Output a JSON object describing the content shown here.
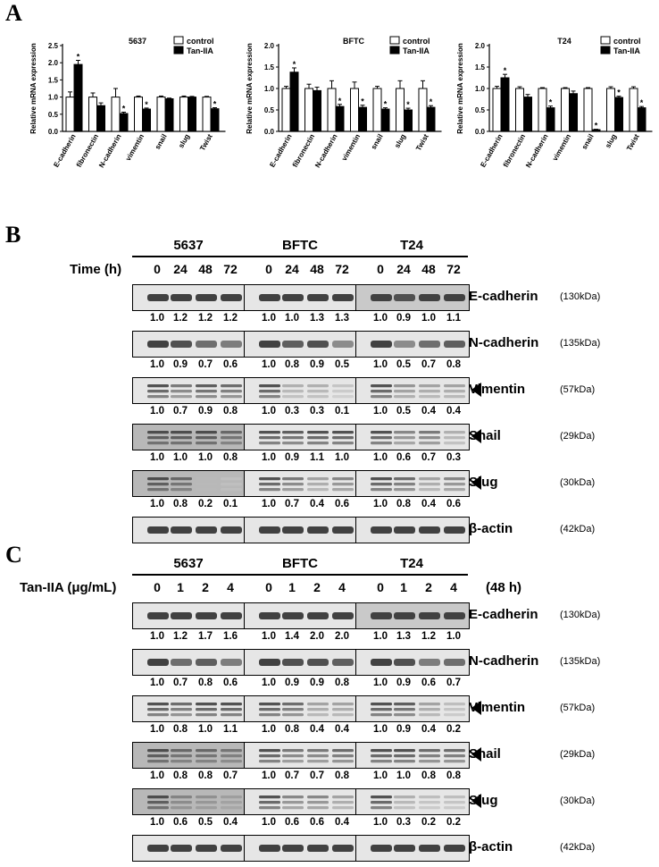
{
  "panels": {
    "a": "A",
    "b": "B",
    "c": "C"
  },
  "chart_data": [
    {
      "type": "bar",
      "title": "5637",
      "ylabel": "Relative mRNA expression",
      "ylim": [
        0,
        2.5
      ],
      "yticks": [
        "0.0",
        "0.5",
        "1.0",
        "1.5",
        "2.0",
        "2.5"
      ],
      "categories": [
        "E-cadherin",
        "fibronectin",
        "N-cadherin",
        "vimentin",
        "snail",
        "slug",
        "Twist"
      ],
      "series": [
        {
          "name": "control",
          "color": "#ffffff",
          "values": [
            1.0,
            1.0,
            1.0,
            1.0,
            1.0,
            1.0,
            1.0
          ],
          "errors": [
            0.15,
            0.12,
            0.25,
            0.03,
            0.03,
            0.03,
            0.02
          ]
        },
        {
          "name": "Tan-IIA",
          "color": "#000000",
          "values": [
            1.95,
            0.75,
            0.52,
            0.65,
            0.95,
            1.0,
            0.66
          ],
          "errors": [
            0.12,
            0.08,
            0.04,
            0.03,
            0.02,
            0.02,
            0.03
          ]
        }
      ],
      "significant": [
        "*",
        "",
        "*",
        "*",
        "",
        "",
        "*"
      ],
      "legend": "top-right"
    },
    {
      "type": "bar",
      "title": "BFTC",
      "ylabel": "Relative mRNA expression",
      "ylim": [
        0,
        2.0
      ],
      "yticks": [
        "0.0",
        "0.5",
        "1.0",
        "1.5",
        "2.0"
      ],
      "categories": [
        "E-cadherin",
        "fibronectin",
        "N-cadherin",
        "vimentin",
        "snail",
        "slug",
        "Twist"
      ],
      "series": [
        {
          "name": "control",
          "color": "#ffffff",
          "values": [
            1.0,
            1.0,
            1.0,
            1.0,
            1.0,
            1.0,
            1.0
          ],
          "errors": [
            0.05,
            0.1,
            0.18,
            0.15,
            0.05,
            0.18,
            0.18
          ]
        },
        {
          "name": "Tan-IIA",
          "color": "#000000",
          "values": [
            1.38,
            0.95,
            0.58,
            0.56,
            0.52,
            0.5,
            0.56
          ],
          "errors": [
            0.1,
            0.08,
            0.05,
            0.05,
            0.03,
            0.04,
            0.04
          ]
        }
      ],
      "significant": [
        "*",
        "",
        "*",
        "*",
        "*",
        "*",
        "*"
      ],
      "legend": "top-right"
    },
    {
      "type": "bar",
      "title": "T24",
      "ylabel": "Relative mRNA expression",
      "ylim": [
        0,
        2.0
      ],
      "yticks": [
        "0.0",
        "0.5",
        "1.0",
        "1.5",
        "2.0"
      ],
      "categories": [
        "E-cadherin",
        "fibronectin",
        "N-cadherin",
        "vimentin",
        "snail",
        "slug",
        "Twist"
      ],
      "series": [
        {
          "name": "control",
          "color": "#ffffff",
          "values": [
            1.0,
            1.0,
            1.0,
            1.0,
            1.0,
            1.0,
            1.0
          ],
          "errors": [
            0.05,
            0.04,
            0.02,
            0.02,
            0.02,
            0.04,
            0.04
          ]
        },
        {
          "name": "Tan-IIA",
          "color": "#000000",
          "values": [
            1.25,
            0.8,
            0.55,
            0.88,
            0.04,
            0.79,
            0.55
          ],
          "errors": [
            0.08,
            0.06,
            0.04,
            0.06,
            0.01,
            0.03,
            0.03
          ]
        }
      ],
      "significant": [
        "*",
        "",
        "*",
        "",
        "*",
        "*",
        "*"
      ],
      "legend": "top-right"
    }
  ],
  "panel_b": {
    "axis_label": "Time (h)",
    "columns": [
      "0",
      "24",
      "48",
      "72"
    ],
    "cell_lines": [
      "5637",
      "BFTC",
      "T24"
    ],
    "rows": [
      {
        "protein": "E-cadherin",
        "kda": "(130kDa)",
        "arrow": false,
        "values": [
          [
            "1.0",
            "1.2",
            "1.2",
            "1.2"
          ],
          [
            "1.0",
            "1.0",
            "1.3",
            "1.3"
          ],
          [
            "1.0",
            "0.9",
            "1.0",
            "1.1"
          ]
        ]
      },
      {
        "protein": "N-cadherin",
        "kda": "(135kDa)",
        "arrow": false,
        "values": [
          [
            "1.0",
            "0.9",
            "0.7",
            "0.6"
          ],
          [
            "1.0",
            "0.8",
            "0.9",
            "0.5"
          ],
          [
            "1.0",
            "0.5",
            "0.7",
            "0.8"
          ]
        ]
      },
      {
        "protein": "Vimentin",
        "kda": "(57kDa)",
        "arrow": true,
        "values": [
          [
            "1.0",
            "0.7",
            "0.9",
            "0.8"
          ],
          [
            "1.0",
            "0.3",
            "0.3",
            "0.1"
          ],
          [
            "1.0",
            "0.5",
            "0.4",
            "0.4"
          ]
        ]
      },
      {
        "protein": "Snail",
        "kda": "(29kDa)",
        "arrow": true,
        "values": [
          [
            "1.0",
            "1.0",
            "1.0",
            "0.8"
          ],
          [
            "1.0",
            "0.9",
            "1.1",
            "1.0"
          ],
          [
            "1.0",
            "0.6",
            "0.7",
            "0.3"
          ]
        ]
      },
      {
        "protein": "Slug",
        "kda": "(30kDa)",
        "arrow": true,
        "values": [
          [
            "1.0",
            "0.8",
            "0.2",
            "0.1"
          ],
          [
            "1.0",
            "0.7",
            "0.4",
            "0.6"
          ],
          [
            "1.0",
            "0.8",
            "0.4",
            "0.6"
          ]
        ]
      },
      {
        "protein": "β-actin",
        "kda": "(42kDa)",
        "arrow": false,
        "values": null
      }
    ]
  },
  "panel_c": {
    "axis_label": "Tan-IIA (μg/mL)",
    "suffix": "(48 h)",
    "columns": [
      "0",
      "1",
      "2",
      "4"
    ],
    "cell_lines": [
      "5637",
      "BFTC",
      "T24"
    ],
    "rows": [
      {
        "protein": "E-cadherin",
        "kda": "(130kDa)",
        "arrow": false,
        "values": [
          [
            "1.0",
            "1.2",
            "1.7",
            "1.6"
          ],
          [
            "1.0",
            "1.4",
            "2.0",
            "2.0"
          ],
          [
            "1.0",
            "1.3",
            "1.2",
            "1.0"
          ]
        ]
      },
      {
        "protein": "N-cadherin",
        "kda": "(135kDa)",
        "arrow": false,
        "values": [
          [
            "1.0",
            "0.7",
            "0.8",
            "0.6"
          ],
          [
            "1.0",
            "0.9",
            "0.9",
            "0.8"
          ],
          [
            "1.0",
            "0.9",
            "0.6",
            "0.7"
          ]
        ]
      },
      {
        "protein": "Vimentin",
        "kda": "(57kDa)",
        "arrow": true,
        "values": [
          [
            "1.0",
            "0.8",
            "1.0",
            "1.1"
          ],
          [
            "1.0",
            "0.8",
            "0.4",
            "0.4"
          ],
          [
            "1.0",
            "0.9",
            "0.4",
            "0.2"
          ]
        ]
      },
      {
        "protein": "Snail",
        "kda": "(29kDa)",
        "arrow": true,
        "values": [
          [
            "1.0",
            "0.8",
            "0.8",
            "0.7"
          ],
          [
            "1.0",
            "0.7",
            "0.7",
            "0.8"
          ],
          [
            "1.0",
            "1.0",
            "0.8",
            "0.8"
          ]
        ]
      },
      {
        "protein": "Slug",
        "kda": "(30kDa)",
        "arrow": true,
        "values": [
          [
            "1.0",
            "0.6",
            "0.5",
            "0.4"
          ],
          [
            "1.0",
            "0.6",
            "0.6",
            "0.4"
          ],
          [
            "1.0",
            "0.3",
            "0.2",
            "0.2"
          ]
        ]
      },
      {
        "protein": "β-actin",
        "kda": "(42kDa)",
        "arrow": false,
        "values": null
      }
    ]
  }
}
